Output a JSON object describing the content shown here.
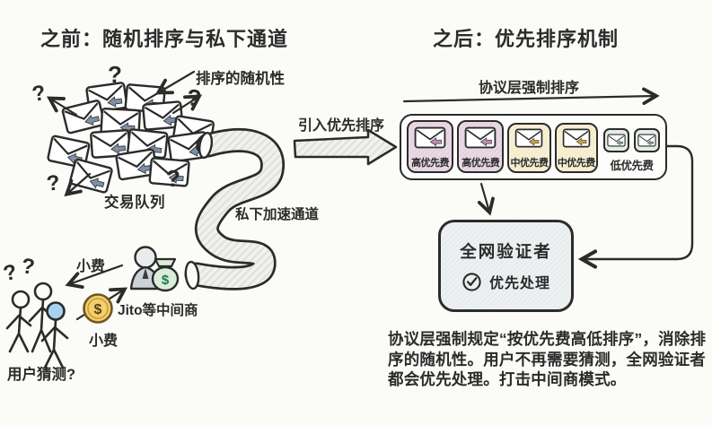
{
  "diagram": {
    "left": {
      "title": "之前：随机排序与私下通道",
      "randomness_label": "排序的随机性",
      "queue_label": "交易队列",
      "question_mark": "?",
      "tip_top_label": "小费",
      "tip_bottom_label": "小费",
      "coin_symbol": "$",
      "bag_symbol": "$",
      "middleman_label": "Jito等中间商",
      "users_guess_label": "用户猜测?",
      "channel_label": "私下加速通道"
    },
    "transition": {
      "label": "引入优先排序"
    },
    "right": {
      "title": "之后：优先排序机制",
      "enforced_label": "协议层强制排序",
      "fee_boxes": [
        {
          "label": "高优先费",
          "tier": "high"
        },
        {
          "label": "高优先费",
          "tier": "high"
        },
        {
          "label": "中优先费",
          "tier": "mid"
        },
        {
          "label": "中优先费",
          "tier": "mid"
        }
      ],
      "low_fee_label": "低优先费",
      "validator": {
        "title": "全网验证者",
        "status": "优先处理"
      },
      "description_lines": [
        "协议层强制规定“按优先费高低排序”，消除排",
        "序的随机性。用户不再需要猜测，全网验证者",
        "都会优先处理。打击中间商模式。"
      ]
    },
    "colors": {
      "ink": "#2b2b2b",
      "high_fee": "#ead9e4",
      "mid_fee": "#f7f0d3",
      "low_fee": "#e7f0e8",
      "validator_fill": "#edf1f2",
      "coin": "#f4d06d",
      "money_bag": "#d9edd9",
      "user_head": "#a6d2ef",
      "envelope_stamp": "#7e90a6"
    }
  }
}
